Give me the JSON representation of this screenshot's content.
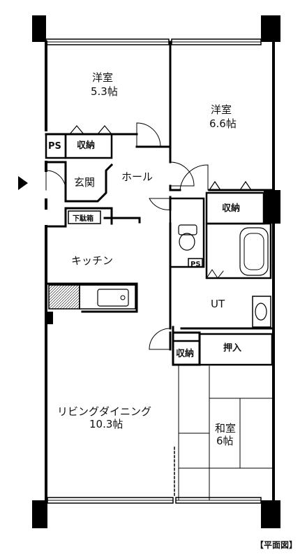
{
  "rooms": {
    "western1": {
      "name": "洋室",
      "size": "5.3帖"
    },
    "western2": {
      "name": "洋室",
      "size": "6.6帖"
    },
    "ldk": {
      "name": "リビングダイニング",
      "size": "10.3帖"
    },
    "japanese": {
      "name": "和室",
      "size": "6帖"
    },
    "kitchen": "キッチン",
    "hall": "ホール",
    "entrance": "玄関",
    "ut": "UT"
  },
  "labels": {
    "ps_top": "PS",
    "ps_small": "PS",
    "storage_top": "収納",
    "storage_right": "収納",
    "storage_bottom": "収納",
    "shoe_box": "下駄箱",
    "oshiire": "押入"
  },
  "caption": "【平面図】"
}
